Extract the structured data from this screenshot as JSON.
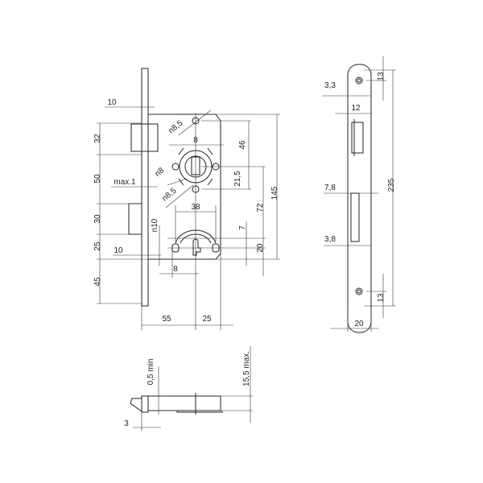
{
  "front_view": {
    "left_dims": [
      "32",
      "50",
      "30",
      "25",
      "45"
    ],
    "top_backset": "10",
    "bottom_backset": "10",
    "max_gap": "max.1",
    "screw_top": "n8,5",
    "screw_bottom": "n8,5",
    "follower": "n8",
    "spindle": "8",
    "right_dims": [
      "46",
      "21,5",
      "72",
      "145",
      "7",
      "20"
    ],
    "cylinder_width": "38",
    "cylinder_hole": "n10",
    "cylinder_offset": "8",
    "bottom_dims": [
      "55",
      "25"
    ]
  },
  "side_view": {
    "top_offset": "3,3",
    "latch_width": "12",
    "bolt_offset": "7,8",
    "bolt_depth": "3,8",
    "height": "235",
    "top_hole": "13",
    "bottom_hole": "13",
    "width": "20"
  },
  "bottom_view": {
    "min_gap": "0,5 min",
    "max_thickness": "15,5 max.",
    "plate_thickness": "3"
  }
}
